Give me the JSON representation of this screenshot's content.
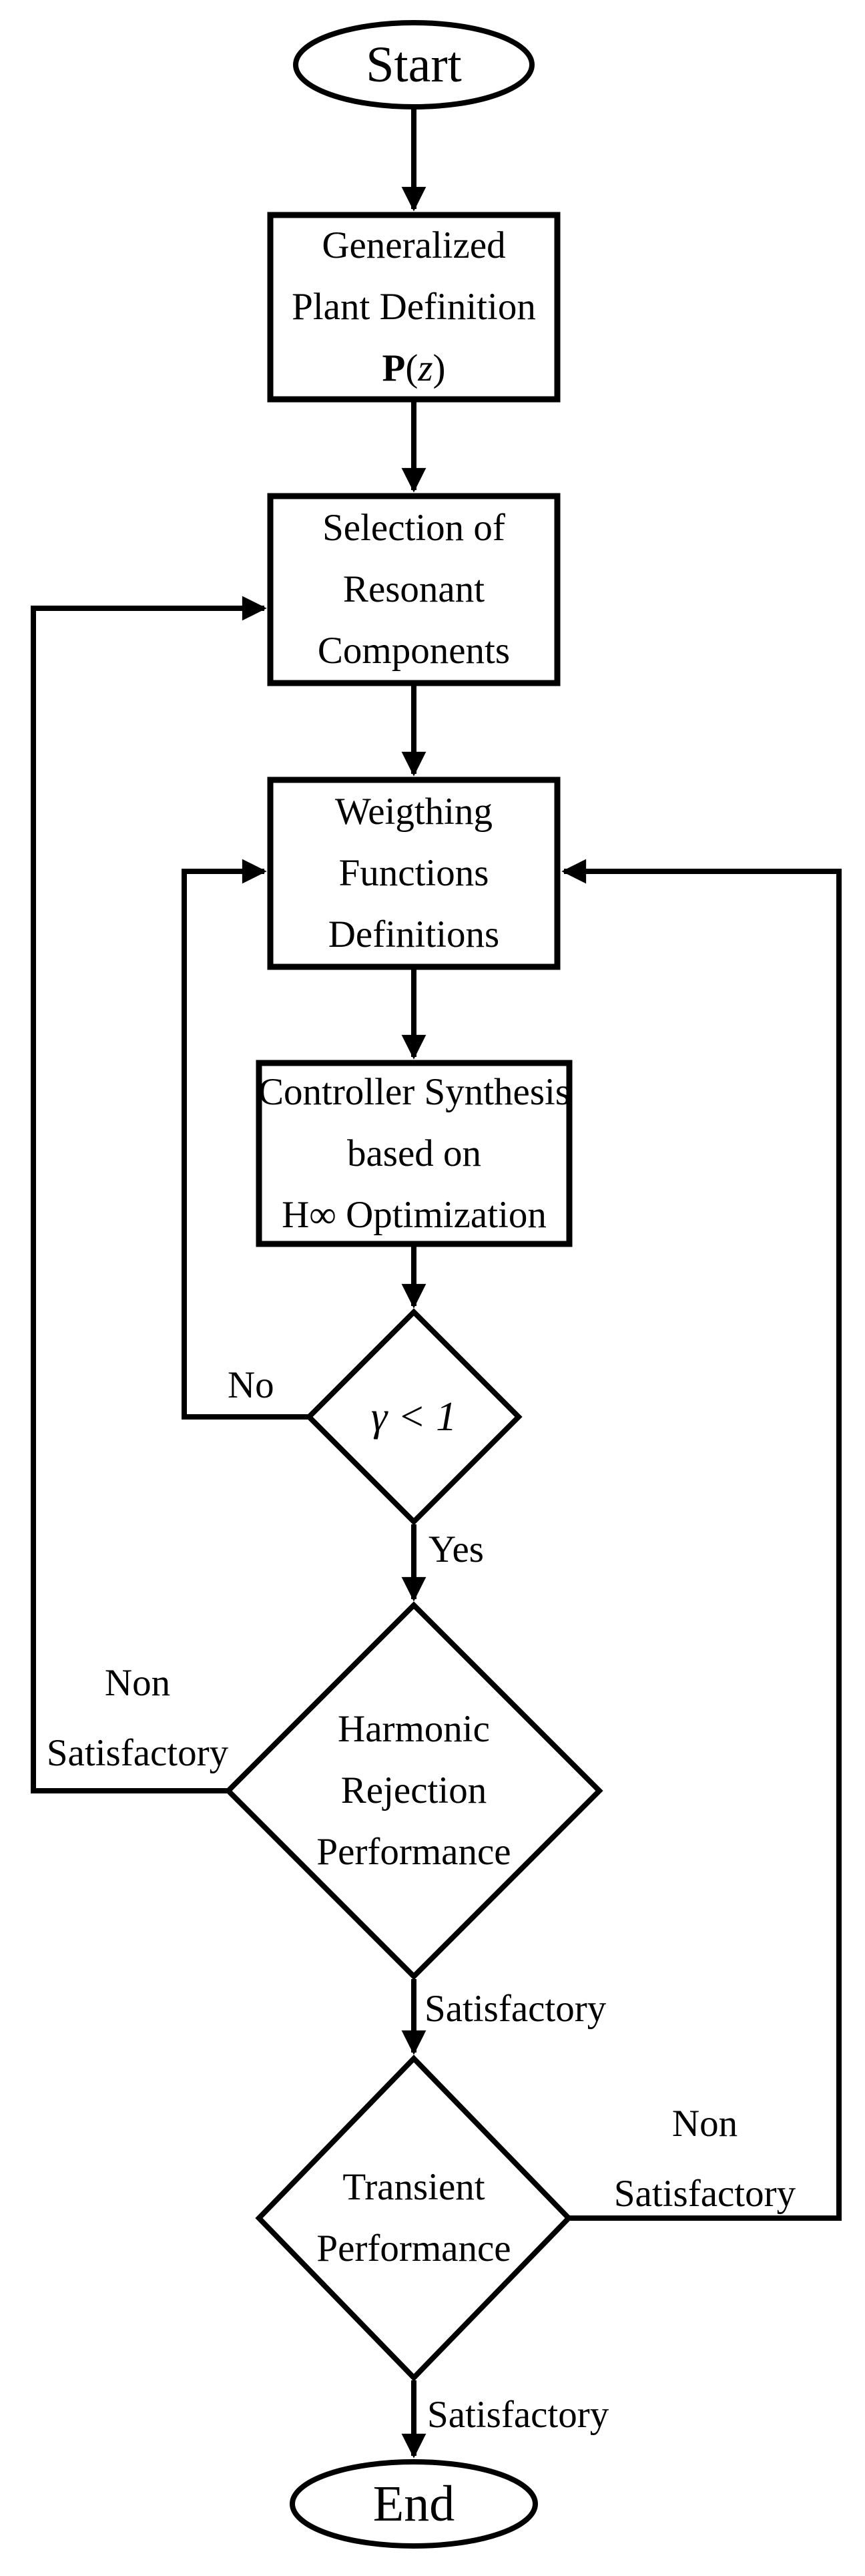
{
  "figure": {
    "type": "flowchart",
    "colors": {
      "stroke": "#000000",
      "background": "#ffffff",
      "text": "#000000"
    }
  },
  "nodes": {
    "start": {
      "shape": "ellipse",
      "label": "Start"
    },
    "plant": {
      "shape": "rect",
      "line1": "Generalized",
      "line2": "Plant Definition",
      "formula": {
        "bold": "P",
        "open": "(",
        "var": "z",
        "close": ")"
      }
    },
    "selection": {
      "shape": "rect",
      "line1": "Selection of",
      "line2": "Resonant",
      "line3": "Components"
    },
    "weighting": {
      "shape": "rect",
      "line1": "Weigthing",
      "line2": "Functions",
      "line3": "Definitions"
    },
    "controller": {
      "shape": "rect",
      "line1": "Controller Synthesis",
      "line2": "based on",
      "line3": "H∞ Optimization"
    },
    "gamma": {
      "shape": "diamond",
      "label": "γ < 1"
    },
    "harmonic": {
      "shape": "diamond",
      "line1": "Harmonic",
      "line2": "Rejection",
      "line3": "Performance"
    },
    "transient": {
      "shape": "diamond",
      "line1": "Transient",
      "line2": "Performance"
    },
    "end": {
      "shape": "ellipse",
      "label": "End"
    }
  },
  "edges": {
    "yes": "Yes",
    "no": "No",
    "harmonic_satisfactory": "Satisfactory",
    "transient_satisfactory": "Satisfactory",
    "harmonic_non_satisfactory": {
      "line1": "Non",
      "line2": "Satisfactory"
    },
    "transient_non_satisfactory": {
      "line1": "Non",
      "line2": "Satisfactory"
    }
  }
}
